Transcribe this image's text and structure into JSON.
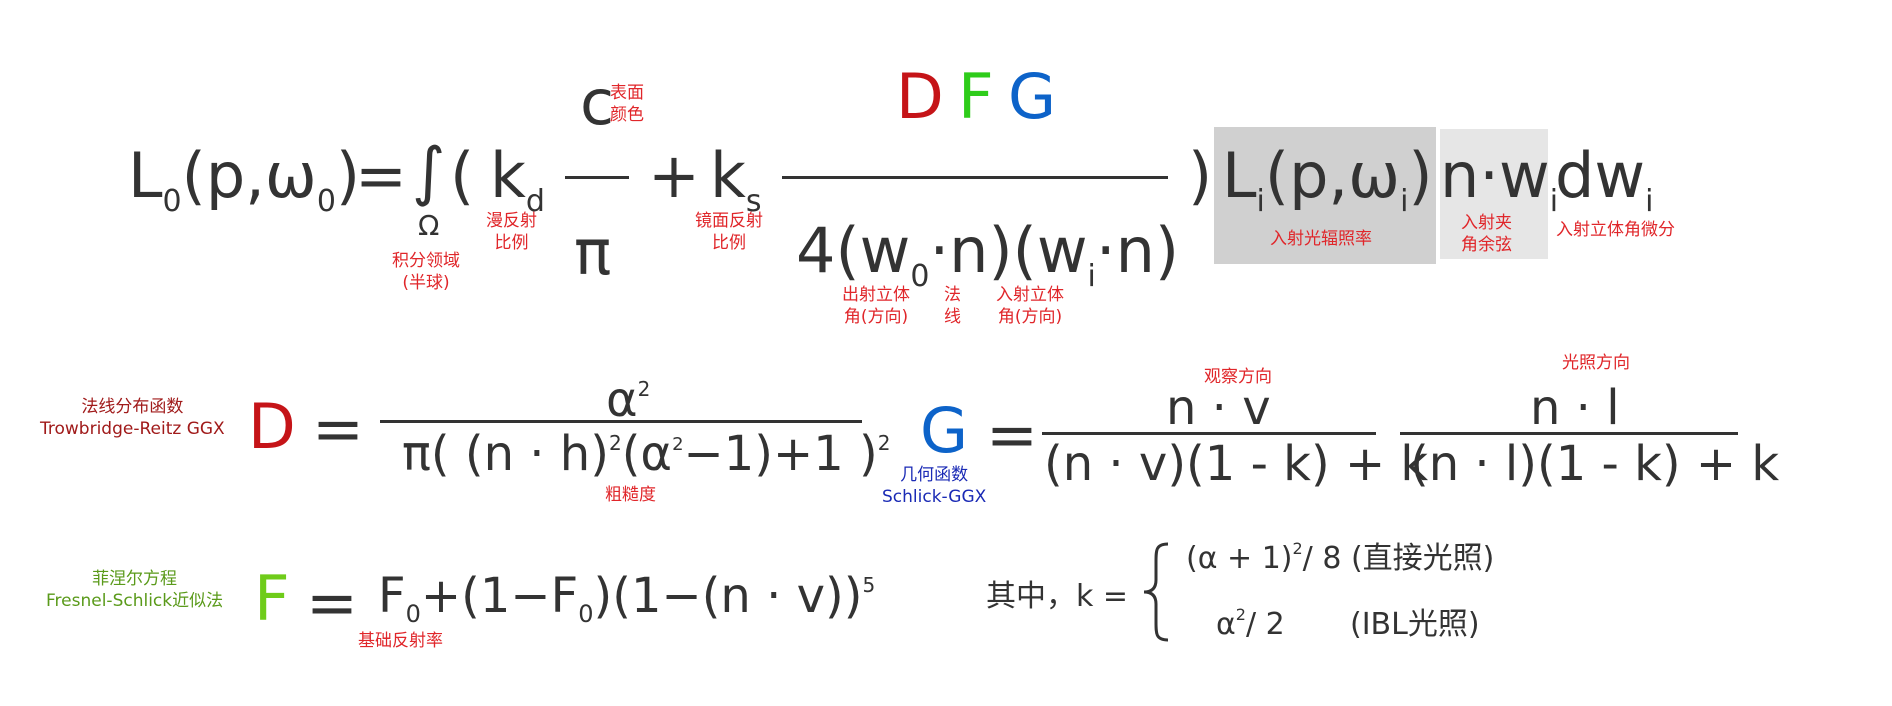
{
  "colors": {
    "text": "#333333",
    "annotation": "#e0262a",
    "D": "#c51418",
    "F": "#2ecc1a",
    "G": "#0d63c9",
    "highlight_dark": "#d0d0d0",
    "highlight_light": "#e6e6e6"
  },
  "rendering_equation": {
    "lhs": "L",
    "lhs_sub": "0",
    "lhs_args_open": "(p,ω",
    "lhs_args_sub": "0",
    "lhs_args_close": ")",
    "equals": "=",
    "integral": "∫",
    "integral_domain": "Ω",
    "open_paren": "(",
    "kd": "k",
    "kd_sub": "d",
    "c": "c",
    "pi": "π",
    "plus": "+",
    "ks": "k",
    "ks_sub": "s",
    "D": "D",
    "F": "F",
    "G": "G",
    "denominator": {
      "four": "4(w",
      "w0_sub": "0",
      "dot_n1": "·n)(w",
      "wi_sub": "i",
      "dot_n2": "·n)"
    },
    "close_paren": ")",
    "Li": "L",
    "Li_sub": "i",
    "Li_args_open": "(p,ω",
    "Li_args_sub": "i",
    "Li_args_close": ")",
    "n_dot_w": "n·w",
    "n_dot_w_sub": "i",
    "dw": "dw",
    "dw_sub": "i",
    "annotations": {
      "surface_color": [
        "表面",
        "颜色"
      ],
      "integral_domain": [
        "积分领域",
        "(半球)"
      ],
      "diffuse_ratio": [
        "漫反射",
        "比例"
      ],
      "specular_ratio": [
        "镜面反射",
        "比例"
      ],
      "out_solid_angle": [
        "出射立体",
        "角(方向)"
      ],
      "normal": [
        "法",
        "线"
      ],
      "in_solid_angle": [
        "入射立体",
        "角(方向)"
      ],
      "incident_radiance": "入射光辐照率",
      "incident_cosine": [
        "入射夹",
        "角余弦"
      ],
      "solid_angle_differential": "入射立体角微分"
    }
  },
  "ndf": {
    "label_cn": "法线分布函数",
    "label_en": "Trowbridge-Reitz GGX",
    "symbol": "D",
    "equals": "=",
    "numerator": "α",
    "numerator_sup": "2",
    "den_part1": "π( (n · h)",
    "den_sup1": "2",
    "den_part2": "(α",
    "den_sup2": "2",
    "den_part3": "−1)+1 )",
    "den_sup3": "2",
    "roughness": "粗糙度"
  },
  "geometry": {
    "symbol": "G",
    "equals": "=",
    "label_cn": "几何函数",
    "label_en": "Schlick-GGX",
    "view_dir_label": "观察方向",
    "light_dir_label": "光照方向",
    "num1": "n · v",
    "den1": "(n · v)(1 - k) + k",
    "num2": "n · l",
    "den2": "(n · l)(1 - k) + k"
  },
  "fresnel": {
    "label_cn": "菲涅尔方程",
    "label_en": "Fresnel-Schlick近似法",
    "symbol": "F",
    "equals": "=",
    "f0": "F",
    "f0_sub": "0",
    "middle": "+(1−F",
    "middle_sub": "0",
    "end": ")(1−(n · v))",
    "end_sup": "5",
    "base_reflectance": "基础反射率"
  },
  "k_def": {
    "prefix": "其中，k =",
    "case1": "(α + 1)",
    "case1_sup": "2",
    "case1_rest": "/ 8 (直接光照)",
    "case2": "α",
    "case2_sup": "2",
    "case2_rest": "/ 2",
    "case2_label": "(IBL光照)"
  }
}
